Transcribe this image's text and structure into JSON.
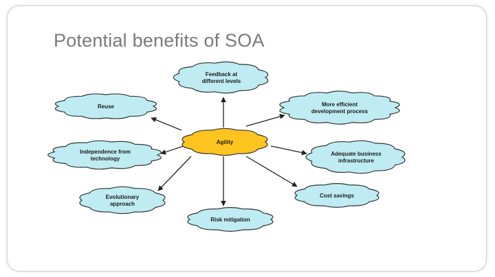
{
  "slide": {
    "title": "Potential benefits of SOA"
  },
  "diagram": {
    "center": {
      "lines": [
        "Agility"
      ],
      "fill": "#FFC41F"
    },
    "node_fill": "#BEECF2",
    "node_stroke": "#333333",
    "nodes": [
      {
        "id": "feedback",
        "lines": [
          "Feedback at",
          "different levels"
        ]
      },
      {
        "id": "efficient-dev",
        "lines": [
          "More efficient",
          "development process"
        ]
      },
      {
        "id": "reuse",
        "lines": [
          "Reuse"
        ]
      },
      {
        "id": "independence",
        "lines": [
          "Independence from",
          "technology"
        ]
      },
      {
        "id": "business-infra",
        "lines": [
          "Adequate business",
          "infrastructure"
        ]
      },
      {
        "id": "evolutionary",
        "lines": [
          "Evolutionary",
          "approach"
        ]
      },
      {
        "id": "cost-savings",
        "lines": [
          "Cost savings"
        ]
      },
      {
        "id": "risk-mitigation",
        "lines": [
          "Risk mitigation"
        ]
      }
    ]
  }
}
